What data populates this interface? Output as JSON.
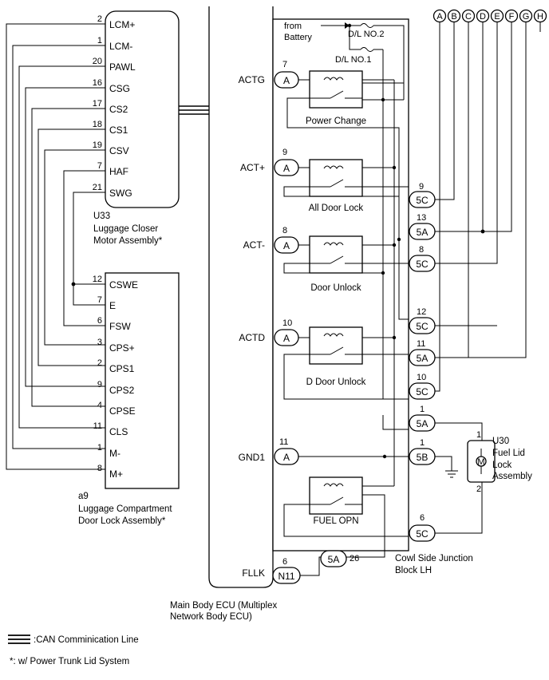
{
  "u33": {
    "pins": [
      {
        "num": "2",
        "name": "LCM+"
      },
      {
        "num": "1",
        "name": "LCM-"
      },
      {
        "num": "20",
        "name": "PAWL"
      },
      {
        "num": "16",
        "name": "CSG"
      },
      {
        "num": "17",
        "name": "CS2"
      },
      {
        "num": "18",
        "name": "CS1"
      },
      {
        "num": "19",
        "name": "CSV"
      },
      {
        "num": "7",
        "name": "HAF"
      },
      {
        "num": "21",
        "name": "SWG"
      }
    ],
    "label_id": "U33",
    "label_1": "Luggage Closer",
    "label_2": "Motor Assembly*"
  },
  "a9": {
    "pins": [
      {
        "num": "12",
        "name": "CSWE"
      },
      {
        "num": "7",
        "name": "E"
      },
      {
        "num": "6",
        "name": "FSW"
      },
      {
        "num": "3",
        "name": "CPS+"
      },
      {
        "num": "2",
        "name": "CPS1"
      },
      {
        "num": "9",
        "name": "CPS2"
      },
      {
        "num": "4",
        "name": "CPSE"
      },
      {
        "num": "11",
        "name": "CLS"
      },
      {
        "num": "1",
        "name": "M-"
      },
      {
        "num": "8",
        "name": "M+"
      }
    ],
    "label_id": "a9",
    "label_1": "Luggage Compartment",
    "label_2": "Door Lock Assembly*"
  },
  "ecu": {
    "label_1": "Main Body ECU (Multiplex",
    "label_2": "Network Body ECU)",
    "terminals": [
      {
        "name": "ACTG",
        "pin": "7",
        "conn": "A"
      },
      {
        "name": "ACT+",
        "pin": "9",
        "conn": "A"
      },
      {
        "name": "ACT-",
        "pin": "8",
        "conn": "A"
      },
      {
        "name": "ACTD",
        "pin": "10",
        "conn": "A"
      },
      {
        "name": "GND1",
        "pin": "11",
        "conn": "A"
      },
      {
        "name": "FLLK",
        "pin": "6",
        "conn": "N11"
      }
    ]
  },
  "junction": {
    "from_1": "from",
    "from_2": "Battery",
    "fuse_1": "D/L NO.2",
    "fuse_2": "D/L NO.1",
    "relays": [
      "Power Change",
      "All Door Lock",
      "Door Unlock",
      "D Door Unlock",
      "FUEL OPN"
    ],
    "label_1": "Cowl Side Junction",
    "label_2": "Block LH",
    "connectors": [
      {
        "pin": "9",
        "conn": "5C"
      },
      {
        "pin": "13",
        "conn": "5A"
      },
      {
        "pin": "8",
        "conn": "5C"
      },
      {
        "pin": "12",
        "conn": "5C"
      },
      {
        "pin": "11",
        "conn": "5A"
      },
      {
        "pin": "10",
        "conn": "5C"
      },
      {
        "pin": "1",
        "conn": "5A"
      },
      {
        "pin": "1",
        "conn": "5B"
      },
      {
        "pin": "6",
        "conn": "5C"
      }
    ],
    "bottom_conn": "5A",
    "bottom_pin": "26"
  },
  "u30": {
    "label_id": "U30",
    "label_1": "Fuel Lid",
    "label_2": "Lock",
    "label_3": "Assembly",
    "pin_top": "1",
    "pin_bottom": "2",
    "motor": "M"
  },
  "letters": [
    "A",
    "B",
    "C",
    "D",
    "E",
    "F",
    "G",
    "H"
  ],
  "legend": {
    "can": ":CAN Comminication Line",
    "note": "*: w/ Power Trunk Lid System"
  }
}
